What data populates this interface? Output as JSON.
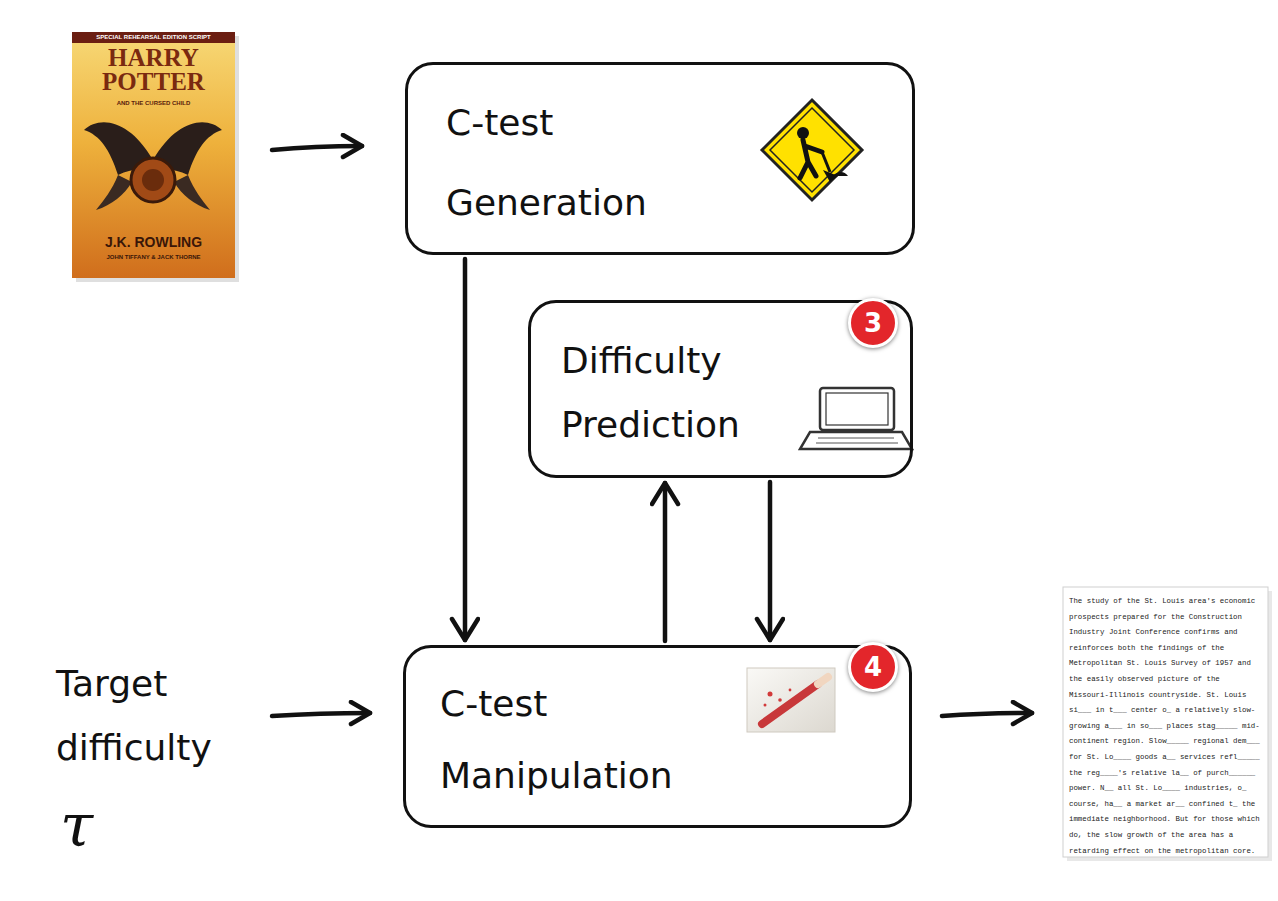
{
  "diagram": {
    "nodes": [
      {
        "text": [
          "C-test Generation"
        ]
      },
      {
        "text": [
          "Difficulty Prediction"
        ]
      },
      {
        "text": [
          "C-test Manipulation"
        ]
      }
    ],
    "edges": [
      {
        "from": 0,
        "to": 2,
        "arrow": "to"
      },
      {
        "from": 2,
        "to": 1,
        "arrow": "to"
      },
      {
        "from": 1,
        "to": 2,
        "arrow": "to"
      }
    ],
    "labels": [
      "SPECIAL REHEARSAL EDITION SCRIPT",
      "HARRY POTTER",
      "AND THE CURSED CHILD",
      "J.K. ROWLING",
      "JOHN TIFFANY & JACK THORNE",
      "3",
      "4",
      "Target difficulty",
      "τ",
      "The study of the St. Louis area's economic prospects prepared for the Construction Industry Joint Conference confirms and reinforces both the findings of the Metropolitan St. Louis Survey of 1957 and the easily observed picture of the Missouri-Illinois countryside. St. Louis si___ in t___ center o_ a relatively slow-growing a___ in so___ places stag_____ mid-continent region. Slow_____ regional dem___ for St. Lo____ goods a__ services refl_____ the reg____'s relative la__ of purch______ power. N__ all St. Lo____ industries, o_ course, ha__ a market ar__ confined t_ the immediate neighborhood. But for those which do, the slow growth of the area has a retarding effect on the metropolitan core."
    ]
  }
}
